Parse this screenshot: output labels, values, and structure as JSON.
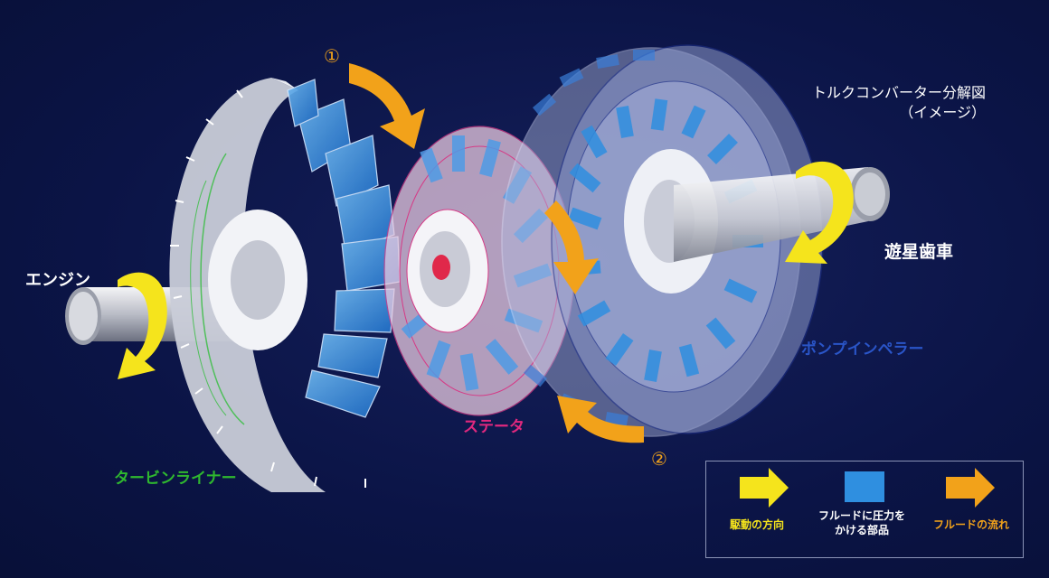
{
  "title": {
    "line1": "トルクコンバーター分解図",
    "line2": "（イメージ）"
  },
  "labels": {
    "engine": "エンジン",
    "planetary_gear": "遊星歯車",
    "stator": "ステータ",
    "turbine_liner": "タービンライナー",
    "pump_impeller": "ポンプインペラー"
  },
  "flow_numbers": {
    "one": "①",
    "two": "②"
  },
  "legend": {
    "drive_direction": "駆動の方向",
    "pressure_parts": "フルードに圧力を\nかける部品",
    "fluid_flow": "フルードの流れ"
  },
  "colors": {
    "background": "#0b1446",
    "drive_arrow": "#f5e41c",
    "fluid_arrow": "#f2a21a",
    "pressure_part": "#2f8fe0",
    "stator_label": "#e0287e",
    "turbine_label": "#2fb82f",
    "pump_label": "#2a55c8"
  }
}
